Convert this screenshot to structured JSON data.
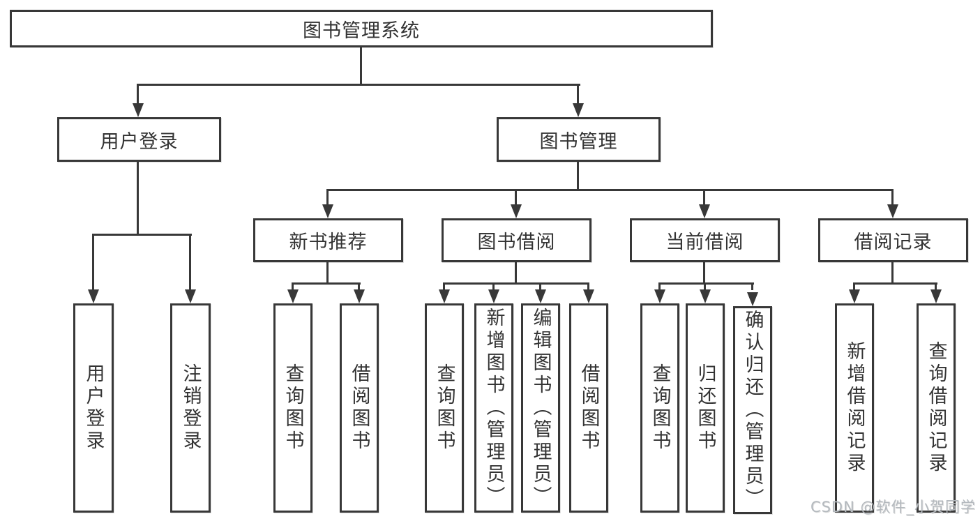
{
  "diagram_type": "hierarchy-tree",
  "colors": {
    "background": "#ffffff",
    "node_border": "#383838",
    "connector_line": "#383838",
    "node_text": "#333333",
    "watermark_text": "#b4b9be"
  },
  "tree": {
    "label": "图书管理系统",
    "children": [
      {
        "label": "用户登录",
        "children": [
          {
            "label": "用户登录"
          },
          {
            "label": "注销登录"
          }
        ]
      },
      {
        "label": "图书管理",
        "children": [
          {
            "label": "新书推荐",
            "children": [
              {
                "label": "查询图书"
              },
              {
                "label": "借阅图书"
              }
            ]
          },
          {
            "label": "图书借阅",
            "children": [
              {
                "label": "查询图书"
              },
              {
                "label": "新增图书（管理员）"
              },
              {
                "label": "编辑图书（管理员）"
              },
              {
                "label": "借阅图书"
              }
            ]
          },
          {
            "label": "当前借阅",
            "children": [
              {
                "label": "查询图书"
              },
              {
                "label": "归还图书"
              },
              {
                "label": "确认归还（管理员）"
              }
            ]
          },
          {
            "label": "借阅记录",
            "children": [
              {
                "label": "新增借阅记录"
              },
              {
                "label": "查询借阅记录"
              }
            ]
          }
        ]
      }
    ]
  },
  "watermark": {
    "text": "CSDN @软件_小贺同学"
  }
}
